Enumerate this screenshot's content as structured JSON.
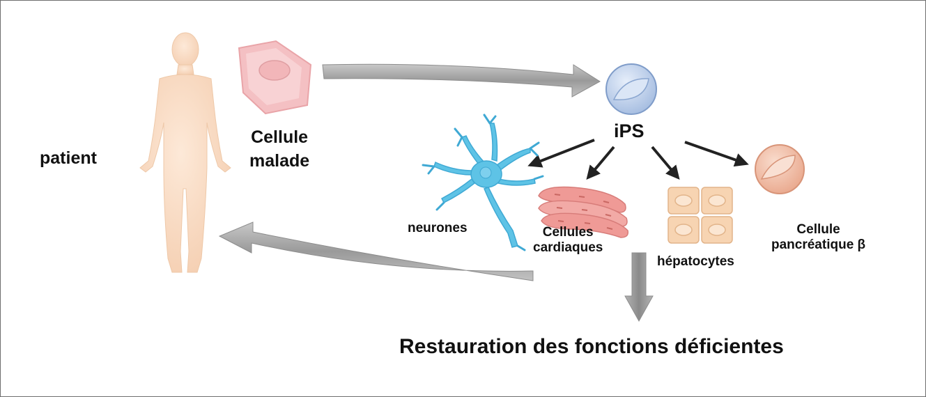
{
  "labels": {
    "patient": "patient",
    "diseased_cell": [
      "Cellule",
      "malade"
    ],
    "ips": "iPS",
    "neurons": "neurones",
    "cardiac": [
      "Cellules",
      "cardiaques"
    ],
    "hepatocytes": "hépatocytes",
    "pancreatic": [
      "Cellule",
      "pancréatique β"
    ],
    "result": "Restauration des fonctions déficientes"
  },
  "colors": {
    "skin": "#f9dcc3",
    "diseased_cell": "#f4c0c3",
    "ips_cell": "#b9cdea",
    "neuron": "#5ec3e6",
    "cardiac": "#ef9a96",
    "hepatocyte": "#f7d4b2",
    "pancreatic_cell": "#f0b59b",
    "process_arrow": "#8c8c8c",
    "differentiation_arrow": "#222222"
  }
}
